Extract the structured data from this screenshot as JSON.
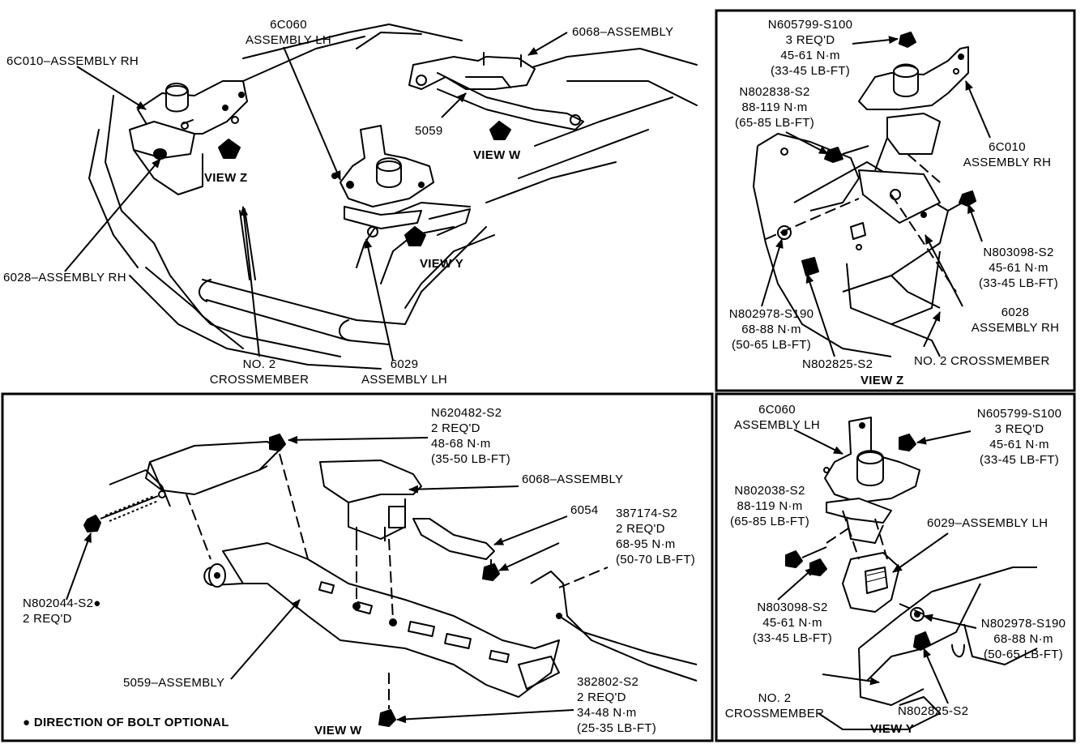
{
  "main": {
    "l_6c010": "6C010–ASSEMBLY RH",
    "l_6c060_1": "6C060",
    "l_6c060_2": "ASSEMBLY LH",
    "l_6068": "6068–ASSEMBLY",
    "l_5059": "5059",
    "l_view_w": "VIEW W",
    "l_view_z": "VIEW Z",
    "l_view_y": "VIEW Y",
    "l_6028": "6028–ASSEMBLY RH",
    "l_no2_1": "NO. 2",
    "l_no2_2": "CROSSMEMBER",
    "l_6029_1": "6029",
    "l_6029_2": "ASSEMBLY LH"
  },
  "view_z": {
    "n605799": [
      "N605799-S100",
      "3 REQ'D",
      "45-61 N·m",
      "(33-45 LB-FT)"
    ],
    "n802838": [
      "N802838-S2",
      "88-119 N·m",
      "(65-85 LB-FT)"
    ],
    "l_6c010": [
      "6C010",
      "ASSEMBLY RH"
    ],
    "n803098": [
      "N803098-S2",
      "45-61 N·m",
      "(33-45 LB-FT)"
    ],
    "n802978": [
      "N802978-S190",
      "68-88 N·m",
      "(50-65 LB-FT)"
    ],
    "l_6028": [
      "6028",
      "ASSEMBLY RH"
    ],
    "n802825": "N802825-S2",
    "no2": "NO. 2 CROSSMEMBER",
    "title": "VIEW Z"
  },
  "view_w": {
    "n620482": [
      "N620482-S2",
      "2 REQ'D",
      "48-68 N·m",
      "(35-50 LB-FT)"
    ],
    "l_6068": "6068–ASSEMBLY",
    "l_6054": "6054",
    "n387174": [
      "387174-S2",
      "2 REQ'D",
      "68-95 N·m",
      "(50-70 LB-FT)"
    ],
    "n802044": [
      "N802044-S2●",
      "2 REQ'D"
    ],
    "l_5059": "5059–ASSEMBLY",
    "n382802": [
      "382802-S2",
      "2 REQ'D",
      "34-48 N·m",
      "(25-35 LB-FT)"
    ],
    "note": "● DIRECTION OF BOLT OPTIONAL",
    "title": "VIEW W"
  },
  "view_y": {
    "l_6c060": [
      "6C060",
      "ASSEMBLY LH"
    ],
    "n605799": [
      "N605799-S100",
      "3 REQ'D",
      "45-61 N·m",
      "(33-45 LB-FT)"
    ],
    "n802038": [
      "N802038-S2",
      "88-119 N·m",
      "(65-85 LB-FT)"
    ],
    "l_6029": "6029–ASSEMBLY LH",
    "n803098": [
      "N803098-S2",
      "45-61 N·m",
      "(33-45 LB-FT)"
    ],
    "n802978": [
      "N802978-S190",
      "68-88 N·m",
      "(50-65 LB-FT)"
    ],
    "no2": [
      "NO. 2",
      "CROSSMEMBER"
    ],
    "n802825": "N802825-S2",
    "title": "VIEW Y"
  }
}
